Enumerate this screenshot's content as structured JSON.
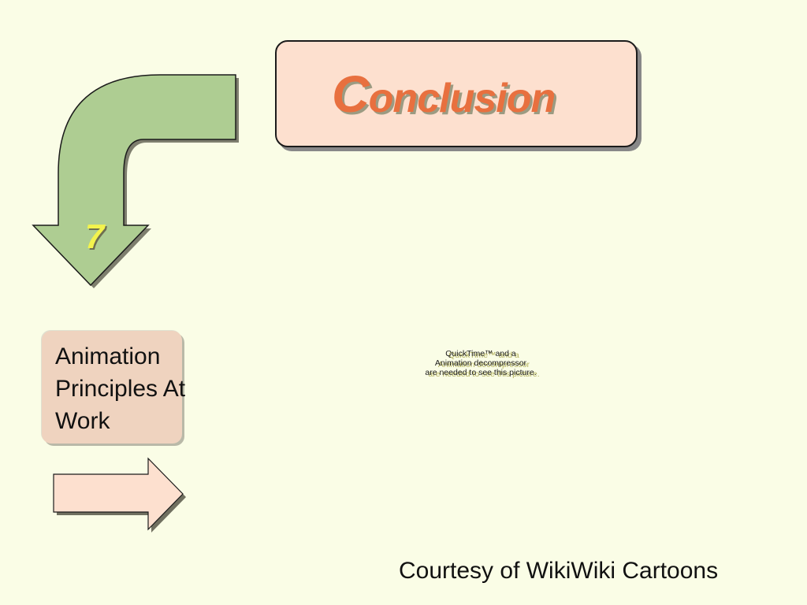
{
  "title": {
    "initial": "C",
    "rest": "onclusion"
  },
  "step": {
    "number": "7"
  },
  "principles": {
    "lines": [
      "Animation",
      "Principles At",
      "Work"
    ]
  },
  "media_placeholder": {
    "lines": [
      "QuickTime™ and a",
      "Animation decompressor",
      "are needed to see this picture."
    ]
  },
  "credit": "Courtesy of WikiWiki Cartoons",
  "colors": {
    "background": "#fafde6",
    "title_box_fill": "#fde0cf",
    "title_text": "#e8703f",
    "curved_arrow_fill": "#aecd92",
    "step_number": "#f3f34d",
    "card_fill": "#efd3bf",
    "next_arrow_fill": "#fde0cf"
  },
  "icons": {
    "curved_arrow": "curved-down-arrow-icon",
    "next_arrow": "right-arrow-icon"
  }
}
